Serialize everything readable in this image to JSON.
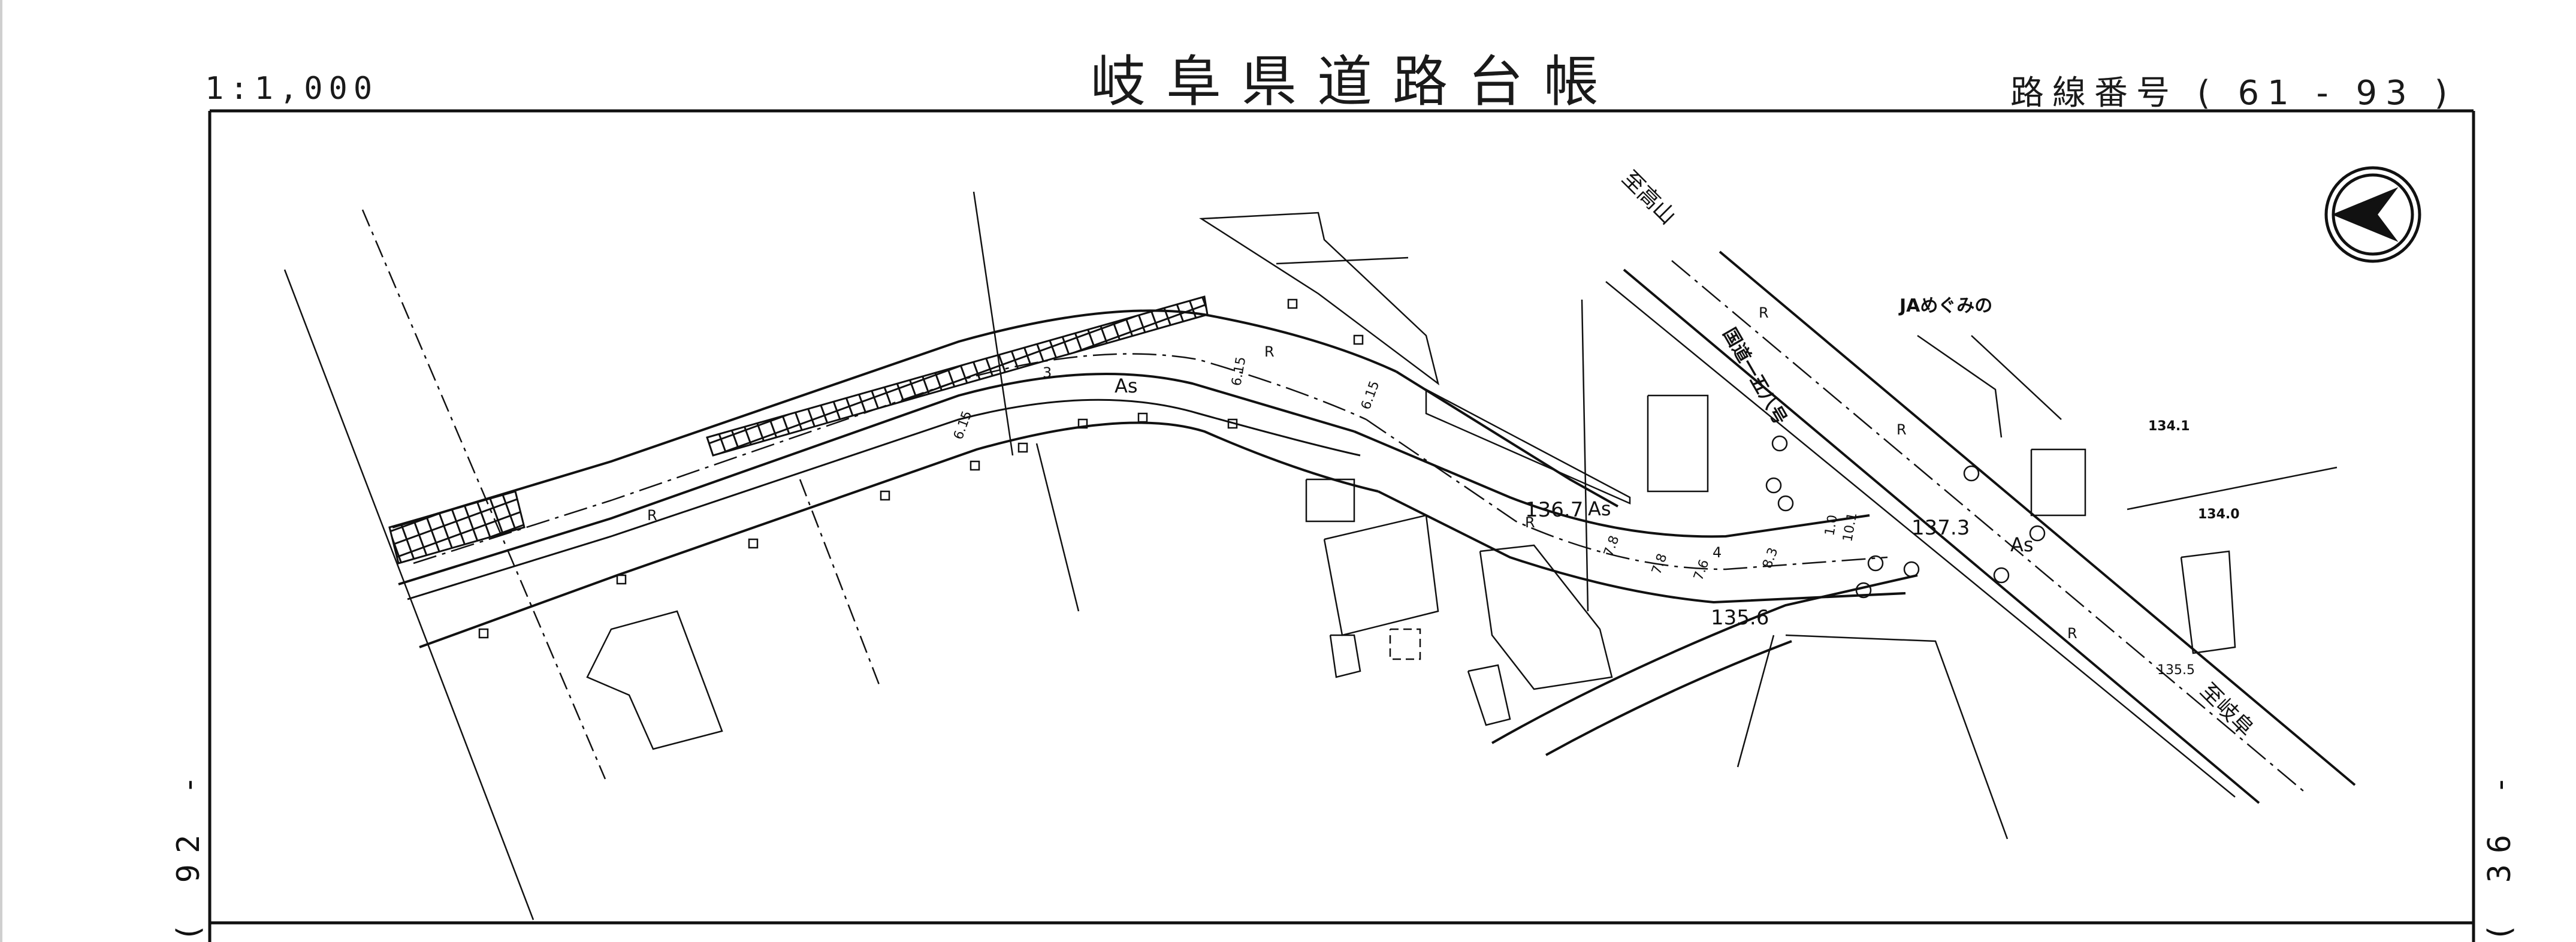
{
  "header": {
    "title": "岐阜県道路台帳",
    "scale": "1:1,000",
    "route_number": "路線番号 ( 61 - 93 )"
  },
  "sheet_refs": {
    "left": "( 92 -",
    "right": "( 36 -"
  },
  "map": {
    "labels": {
      "ja_store": "JAめぐみの",
      "national_route": "国道一五八号",
      "to_takayama": "至高山",
      "to_gifu": "至岐阜",
      "surface_as_1": "As",
      "surface_as_2": "As",
      "surface_as_3": "As",
      "r1": "R",
      "r2": "R",
      "r3": "R",
      "r4": "R",
      "r5": "R",
      "r6": "R",
      "elev_1367": "136.7",
      "elev_1373": "137.3",
      "elev_1356": "135.6",
      "elev_1341": "134.1",
      "elev_1340": "134.0",
      "elev_1355": "135.5",
      "w_3": "3",
      "w_615a": "6.15",
      "w_615b": "6.15",
      "w_615c": "6.15",
      "w_78a": "7.8",
      "w_78b": "7.8",
      "w_76": "7.6",
      "w_4": "4",
      "w_83": "8.3",
      "w_101": "10.1",
      "w_10": "1.0"
    },
    "icons": {
      "north_arrow": "north-arrow-icon"
    }
  }
}
